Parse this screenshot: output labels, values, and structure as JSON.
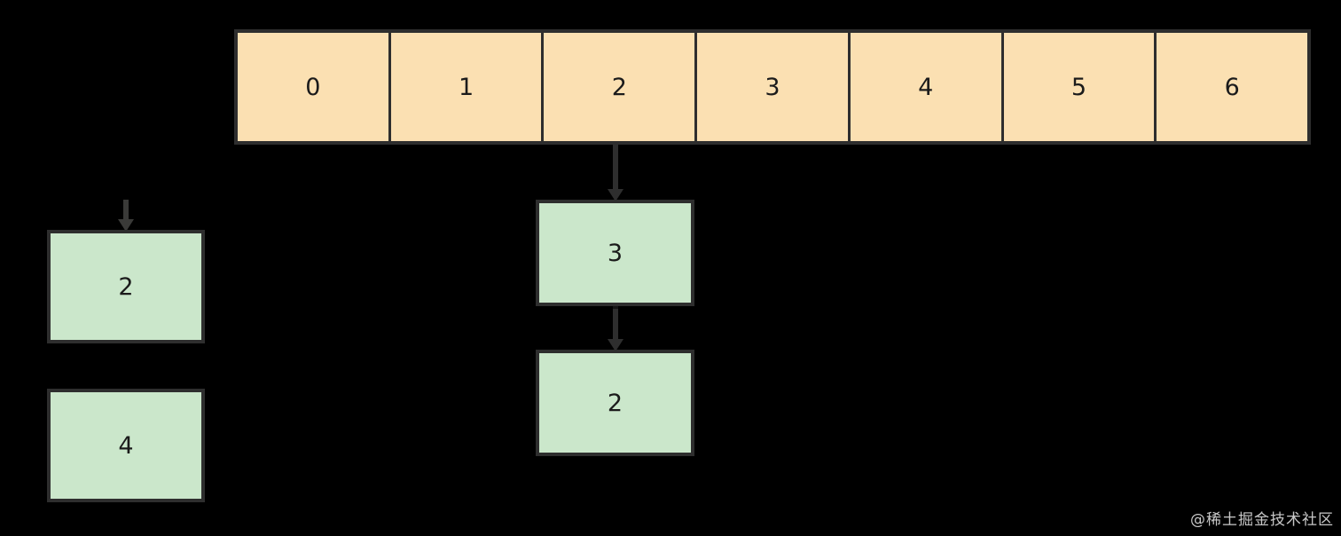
{
  "diagram": {
    "title": "hash-table-bucket-chain-diagram",
    "background_color": "#000000",
    "array": {
      "name": "bucket-array",
      "cell_color": "#fbe0b2",
      "border_color": "#2e2e2e",
      "cells": [
        {
          "label": "0"
        },
        {
          "label": "1"
        },
        {
          "label": "2"
        },
        {
          "label": "3"
        },
        {
          "label": "4"
        },
        {
          "label": "5"
        },
        {
          "label": "6"
        }
      ]
    },
    "nodes": [
      {
        "id": "left-2",
        "label": "2",
        "color": "#cbe7cb",
        "group": "left-chain"
      },
      {
        "id": "left-4",
        "label": "4",
        "color": "#cbe7cb",
        "group": "left-chain"
      },
      {
        "id": "mid-3",
        "label": "3",
        "color": "#cbe7cb",
        "group": "bucket-2-chain"
      },
      {
        "id": "mid-2",
        "label": "2",
        "color": "#cbe7cb",
        "group": "bucket-2-chain"
      }
    ],
    "arrows": [
      {
        "id": "bucket2-to-3",
        "from": "array-cell-2",
        "to": "node-mid-3",
        "direction": "down"
      },
      {
        "id": "3-to-2",
        "from": "node-mid-3",
        "to": "node-mid-2",
        "direction": "down"
      },
      {
        "id": "stub-left",
        "from": "offscreen",
        "to": "node-left-2",
        "direction": "down"
      }
    ]
  },
  "watermark": {
    "text": "@稀土掘金技术社区",
    "color": "#ffffff"
  }
}
